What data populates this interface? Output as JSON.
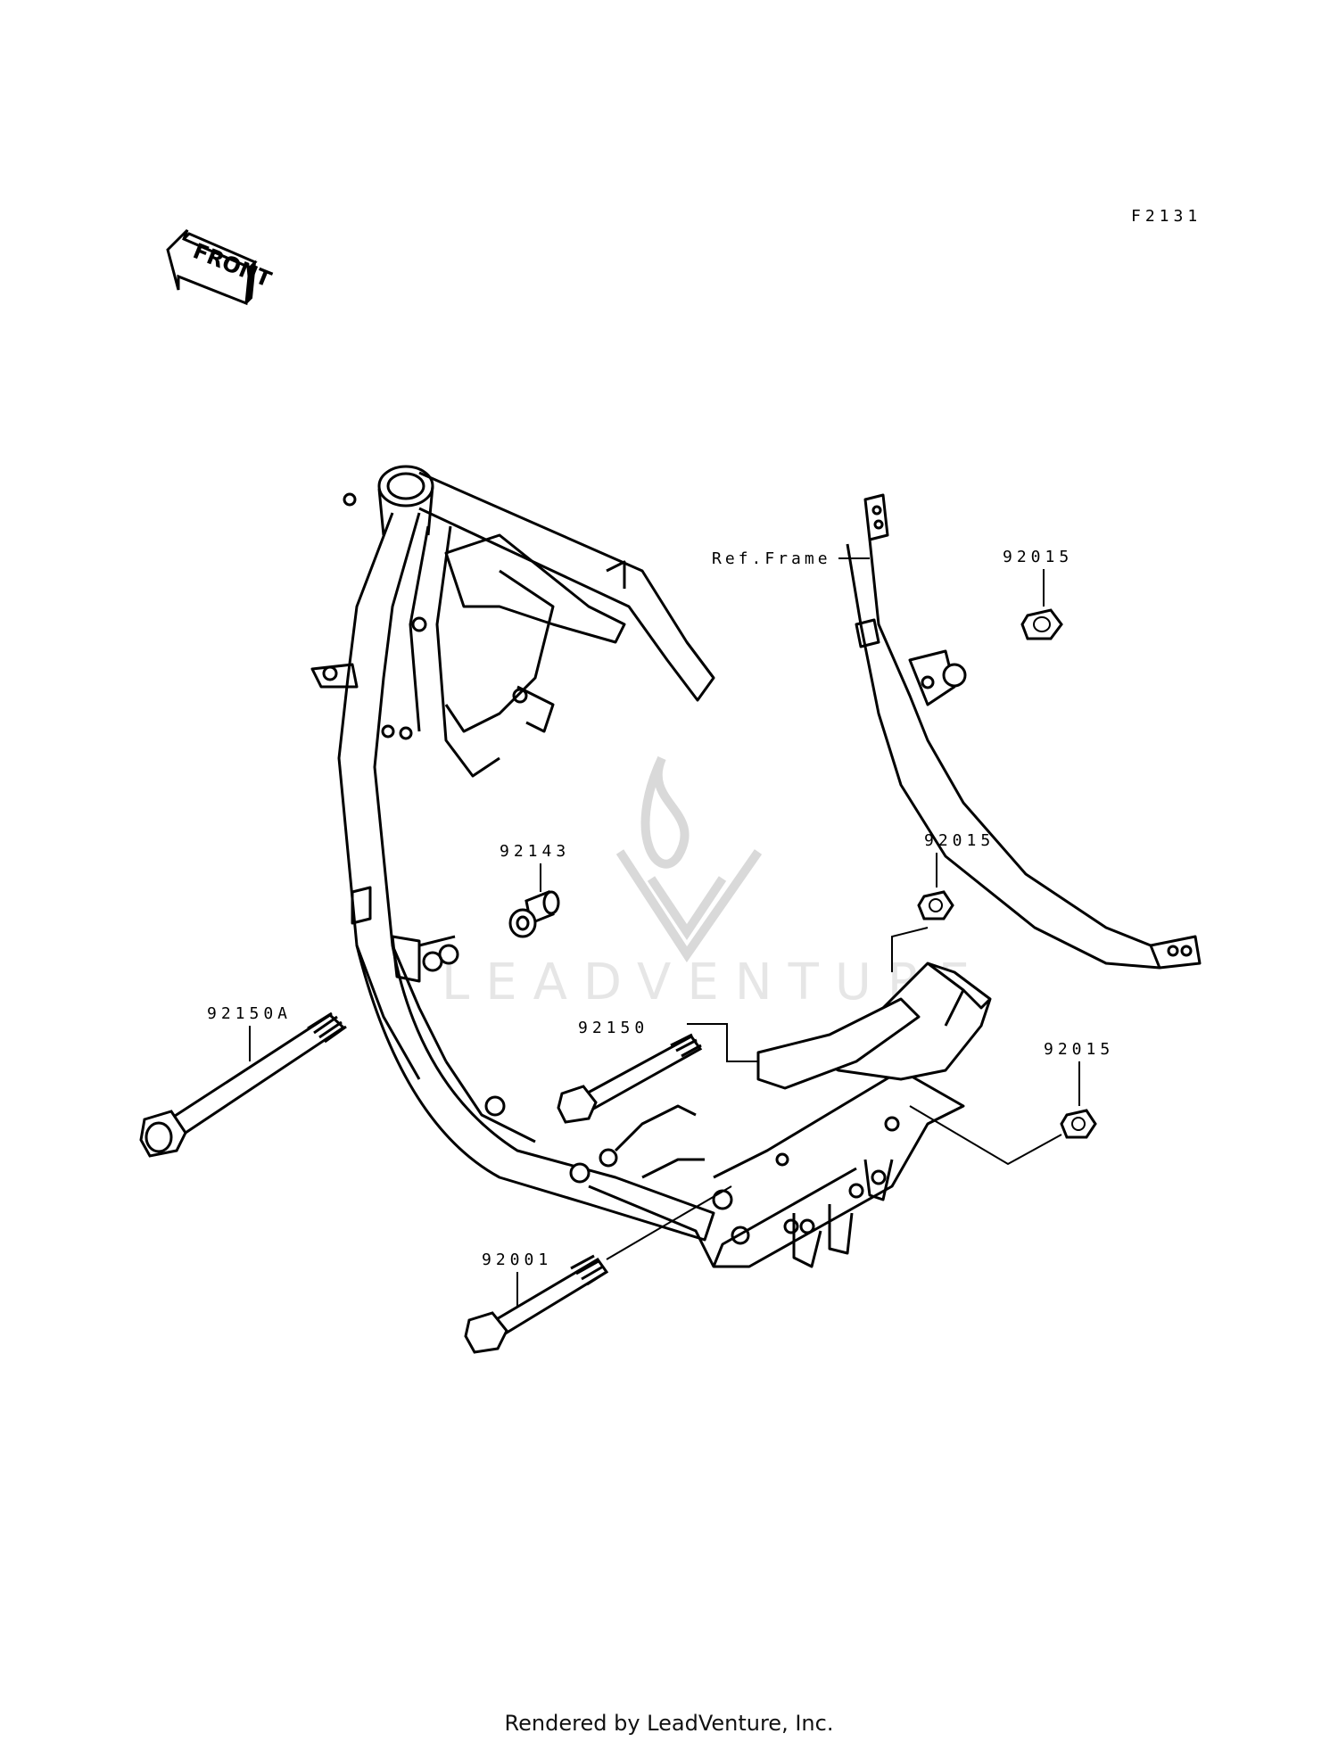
{
  "diagram_code": "F2131",
  "front_label": "FRONT",
  "ref_frame_label": "Ref.Frame",
  "watermark_text": "LEADVENTURE",
  "parts": [
    {
      "number": "92015"
    },
    {
      "number": "92143"
    },
    {
      "number": "92015"
    },
    {
      "number": "92150A"
    },
    {
      "number": "92150"
    },
    {
      "number": "92015"
    },
    {
      "number": "92001"
    }
  ],
  "footer_text": "Rendered by LeadVenture, Inc.",
  "colors": {
    "line": "#000000",
    "background": "#ffffff",
    "watermark": "#d9d9d9"
  }
}
